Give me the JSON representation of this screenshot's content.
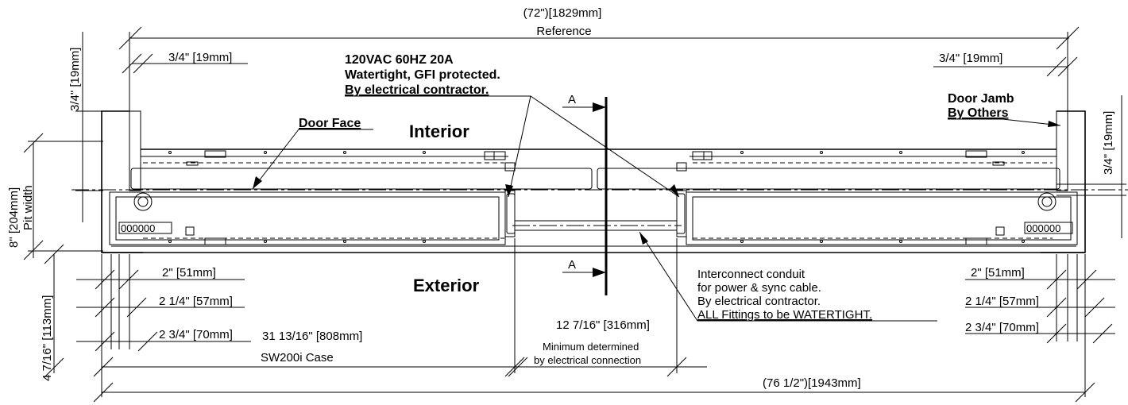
{
  "dims": {
    "top_ref_value": "(72\")[1829mm]",
    "top_ref_label": "Reference",
    "left_frac_3_4": "3/4\" [19mm]",
    "right_frac_3_4": "3/4\" [19mm]",
    "left_vert_3_4": "3/4\" [19mm]",
    "right_vert_3_4": "3/4\" [19mm]",
    "pit_width_value": "8\" [204mm]",
    "pit_width_label": "Pit width",
    "left_2": "2\" [51mm]",
    "left_2_1_4": "2 1/4\" [57mm]",
    "left_2_3_4": "2 3/4\" [70mm]",
    "right_2": "2\" [51mm]",
    "right_2_1_4": "2 1/4\" [57mm]",
    "right_2_3_4": "2 3/4\" [70mm]",
    "left_vert_4_7_16": "4 7/16\" [113mm]",
    "case_value": "31 13/16\" [808mm]",
    "case_label": "SW200i Case",
    "min_value": "12 7/16\" [316mm]",
    "min_label_1": "Minimum determined",
    "min_label_2": "by electrical connection",
    "bottom_total": "(76 1/2\")[1943mm]"
  },
  "notes": {
    "power_1": "120VAC 60HZ 20A",
    "power_2": "Watertight, GFI protected.",
    "power_3": "By electrical contractor.",
    "door_face": "Door Face",
    "door_jamb_1": "Door Jamb",
    "door_jamb_2": "By Others",
    "interior": "Interior",
    "exterior": "Exterior",
    "section_top": "A",
    "section_bottom": "A",
    "conduit_1": "Interconnect conduit",
    "conduit_2": "for power & sync cable.",
    "conduit_3": "By electrical contractor.",
    "conduit_4": "ALL Fittings to be WATERTIGHT.",
    "left_terminal": "000000",
    "right_terminal": "000000"
  }
}
